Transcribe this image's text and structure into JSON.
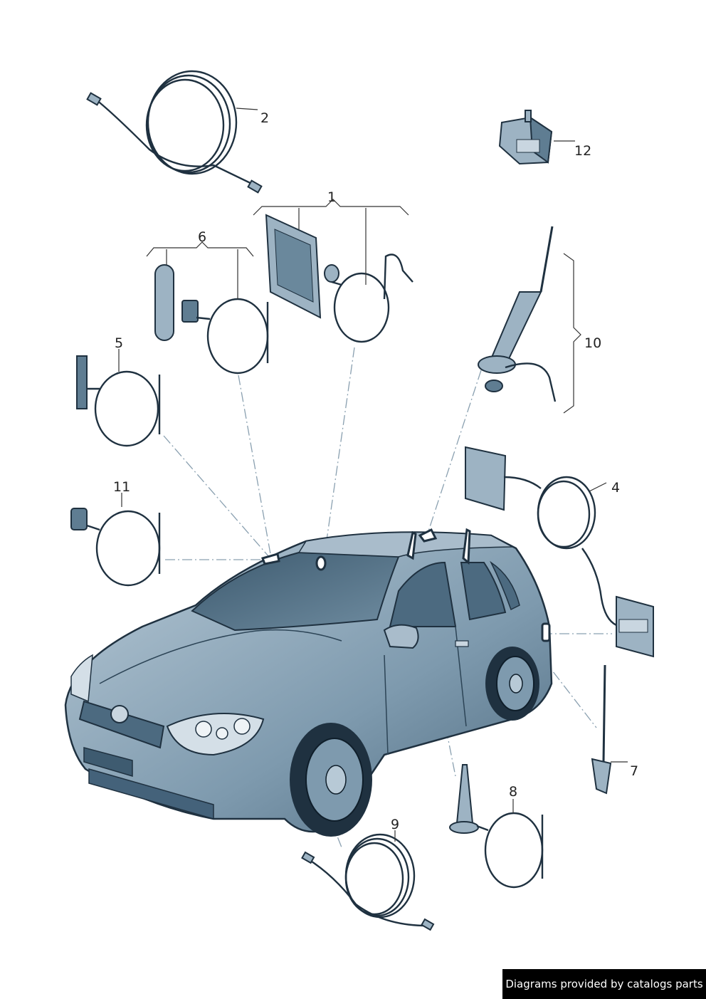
{
  "callouts": {
    "c1": "1",
    "c2": "2",
    "c4": "4",
    "c5": "5",
    "c6": "6",
    "c7": "7",
    "c8": "8",
    "c9": "9",
    "c10": "10",
    "c11": "11",
    "c12": "12"
  },
  "credit": "Diagrams provided by catalogs parts",
  "colors": {
    "part": "#9db3c3",
    "outline": "#1f3140",
    "car_body": "#7e9aae",
    "background": "#ffffff"
  }
}
